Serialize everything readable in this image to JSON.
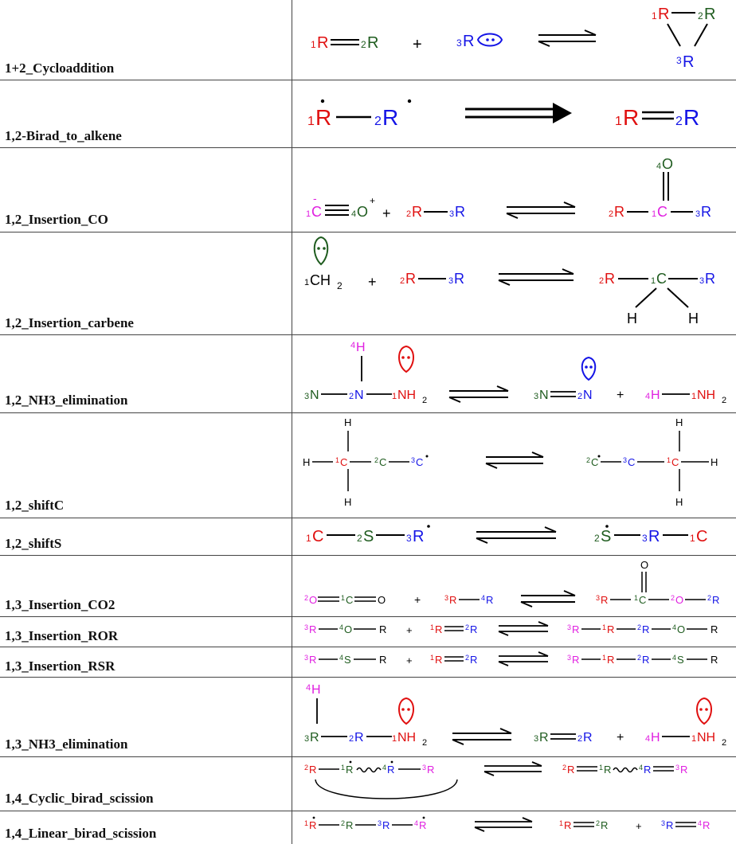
{
  "colors": {
    "red": "#e01010",
    "green": "#1f5c1f",
    "blue": "#1414e6",
    "magenta": "#e020e0",
    "black": "#000000"
  },
  "rows": [
    {
      "label": "1+2_Cycloaddition"
    },
    {
      "label": "1,2-Birad_to_alkene"
    },
    {
      "label": "1,2_Insertion_CO"
    },
    {
      "label": "1,2_Insertion_carbene"
    },
    {
      "label": "1,2_NH3_elimination"
    },
    {
      "label": "1,2_shiftC"
    },
    {
      "label": "1,2_shiftS"
    },
    {
      "label": "1,3_Insertion_CO2"
    },
    {
      "label": "1,3_Insertion_ROR"
    },
    {
      "label": "1,3_Insertion_RSR"
    },
    {
      "label": "1,3_NH3_elimination"
    },
    {
      "label": "1,4_Cyclic_birad_scission"
    },
    {
      "label": "1,4_Linear_birad_scission"
    }
  ],
  "atoms": {
    "R": "R",
    "C": "C",
    "O": "O",
    "S": "S",
    "N": "N",
    "H": "H",
    "CH2": "CH",
    "NH2": "NH",
    "sub2": "2",
    "n1": "1",
    "n2": "2",
    "n3": "3",
    "n4": "4",
    "plus": "+",
    "minus": "-",
    "dot": "•"
  }
}
